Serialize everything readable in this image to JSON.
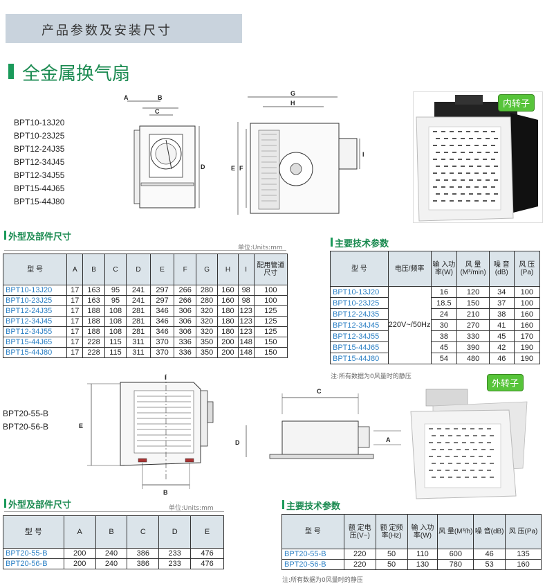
{
  "banner": {
    "title": "产品参数及安装尺寸"
  },
  "section_title": "全金属换气扇",
  "models_top": [
    "BPT10-13J20",
    "BPT10-23J25",
    "BPT12-24J35",
    "BPT12-34J45",
    "BPT12-34J55",
    "BPT15-44J65",
    "BPT15-44J80"
  ],
  "models_bottom": [
    "BPT20-55-B",
    "BPT20-56-B"
  ],
  "badge_inner": "内转子",
  "badge_outer": "外转子",
  "dim_table_1": {
    "title": "外型及部件尺寸",
    "unit": "单位:Units:mm",
    "headers": [
      "型  号",
      "A",
      "B",
      "C",
      "D",
      "E",
      "F",
      "G",
      "H",
      "I",
      "配用管道尺寸"
    ],
    "rows": [
      [
        "BPT10-13J20",
        "17",
        "163",
        "95",
        "241",
        "297",
        "266",
        "280",
        "160",
        "98",
        "100"
      ],
      [
        "BPT10-23J25",
        "17",
        "163",
        "95",
        "241",
        "297",
        "266",
        "280",
        "160",
        "98",
        "100"
      ],
      [
        "BPT12-24J35",
        "17",
        "188",
        "108",
        "281",
        "346",
        "306",
        "320",
        "180",
        "123",
        "125"
      ],
      [
        "BPT12-34J45",
        "17",
        "188",
        "108",
        "281",
        "346",
        "306",
        "320",
        "180",
        "123",
        "125"
      ],
      [
        "BPT12-34J55",
        "17",
        "188",
        "108",
        "281",
        "346",
        "306",
        "320",
        "180",
        "123",
        "125"
      ],
      [
        "BPT15-44J65",
        "17",
        "228",
        "115",
        "311",
        "370",
        "336",
        "350",
        "200",
        "148",
        "150"
      ],
      [
        "BPT15-44J80",
        "17",
        "228",
        "115",
        "311",
        "370",
        "336",
        "350",
        "200",
        "148",
        "150"
      ]
    ]
  },
  "tech_table_1": {
    "title": "主要技术参数",
    "headers": [
      "型  号",
      "电压/频率",
      "输 入功 率(W)",
      "风 量(M³/min)",
      "噪 音(dB)",
      "风 压(Pa)"
    ],
    "voltage": "220V~/50Hz",
    "rows": [
      [
        "BPT10-13J20",
        "16",
        "120",
        "34",
        "100"
      ],
      [
        "BPT10-23J25",
        "18.5",
        "150",
        "37",
        "100"
      ],
      [
        "BPT12-24J35",
        "24",
        "210",
        "38",
        "160"
      ],
      [
        "BPT12-34J45",
        "30",
        "270",
        "41",
        "160"
      ],
      [
        "BPT12-34J55",
        "38",
        "330",
        "45",
        "170"
      ],
      [
        "BPT15-44J65",
        "45",
        "390",
        "42",
        "190"
      ],
      [
        "BPT15-44J80",
        "54",
        "480",
        "46",
        "190"
      ]
    ],
    "note": "注:所有数据为0风量时的静压"
  },
  "dim_table_2": {
    "title": "外型及部件尺寸",
    "unit": "单位:Units:mm",
    "headers": [
      "型  号",
      "A",
      "B",
      "C",
      "D",
      "E"
    ],
    "rows": [
      [
        "BPT20-55-B",
        "200",
        "240",
        "386",
        "233",
        "476"
      ],
      [
        "BPT20-56-B",
        "200",
        "240",
        "386",
        "233",
        "476"
      ]
    ]
  },
  "tech_table_2": {
    "title": "主要技术参数",
    "headers": [
      "型  号",
      "额 定电 压(V~)",
      "额 定频 率(Hz)",
      "输 入功 率(W)",
      "风 量(M³/h)",
      "噪 音(dB)",
      "风 压(Pa)"
    ],
    "rows": [
      [
        "BPT20-55-B",
        "220",
        "50",
        "110",
        "600",
        "46",
        "135"
      ],
      [
        "BPT20-56-B",
        "220",
        "50",
        "130",
        "780",
        "53",
        "160"
      ]
    ],
    "note": "注:所有数据为0风量时的静压"
  },
  "dim_labels_top": [
    "A",
    "B",
    "C",
    "D",
    "E",
    "F",
    "G",
    "H",
    "I"
  ],
  "dim_labels_bottom": [
    "E",
    "B",
    "C",
    "D",
    "A",
    "I"
  ]
}
